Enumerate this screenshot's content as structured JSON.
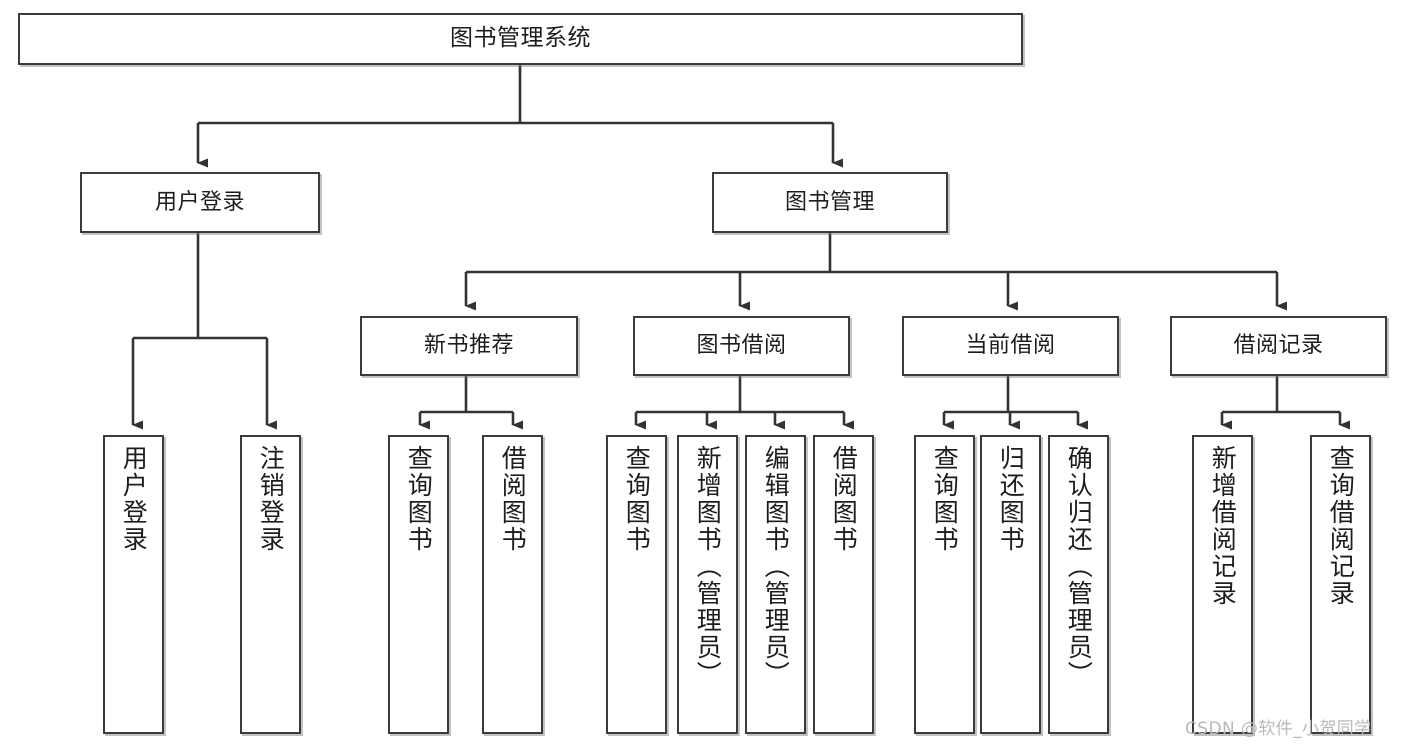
{
  "diagram": {
    "title": "图书管理系统",
    "type": "tree",
    "watermark": "CSDN @软件_小贺同学",
    "colors": {
      "border": "#3b3b3b",
      "node_fill": "#ffffff",
      "connector": "#333333",
      "text": "#1d1d1d",
      "watermark": "#b9b9b9",
      "background": "#ffffff"
    },
    "nodes": {
      "root": {
        "label": "图书管理系统"
      },
      "level1": [
        {
          "label": "用户登录"
        },
        {
          "label": "图书管理"
        }
      ],
      "level2": [
        {
          "label": "新书推荐"
        },
        {
          "label": "图书借阅"
        },
        {
          "label": "当前借阅"
        },
        {
          "label": "借阅记录"
        }
      ],
      "leaves": {
        "user_login": [
          {
            "label": "用户登录"
          },
          {
            "label": "注销登录"
          }
        ],
        "new_book_recommend": [
          {
            "label": "查询图书"
          },
          {
            "label": "借阅图书"
          }
        ],
        "book_borrow": [
          {
            "label": "查询图书"
          },
          {
            "label": "新增图书（管理员）"
          },
          {
            "label": "编辑图书（管理员）"
          },
          {
            "label": "借阅图书"
          }
        ],
        "current_borrow": [
          {
            "label": "查询图书"
          },
          {
            "label": "归还图书"
          },
          {
            "label": "确认归还（管理员）"
          }
        ],
        "borrow_record": [
          {
            "label": "新增借阅记录"
          },
          {
            "label": "查询借阅记录"
          }
        ]
      }
    }
  }
}
